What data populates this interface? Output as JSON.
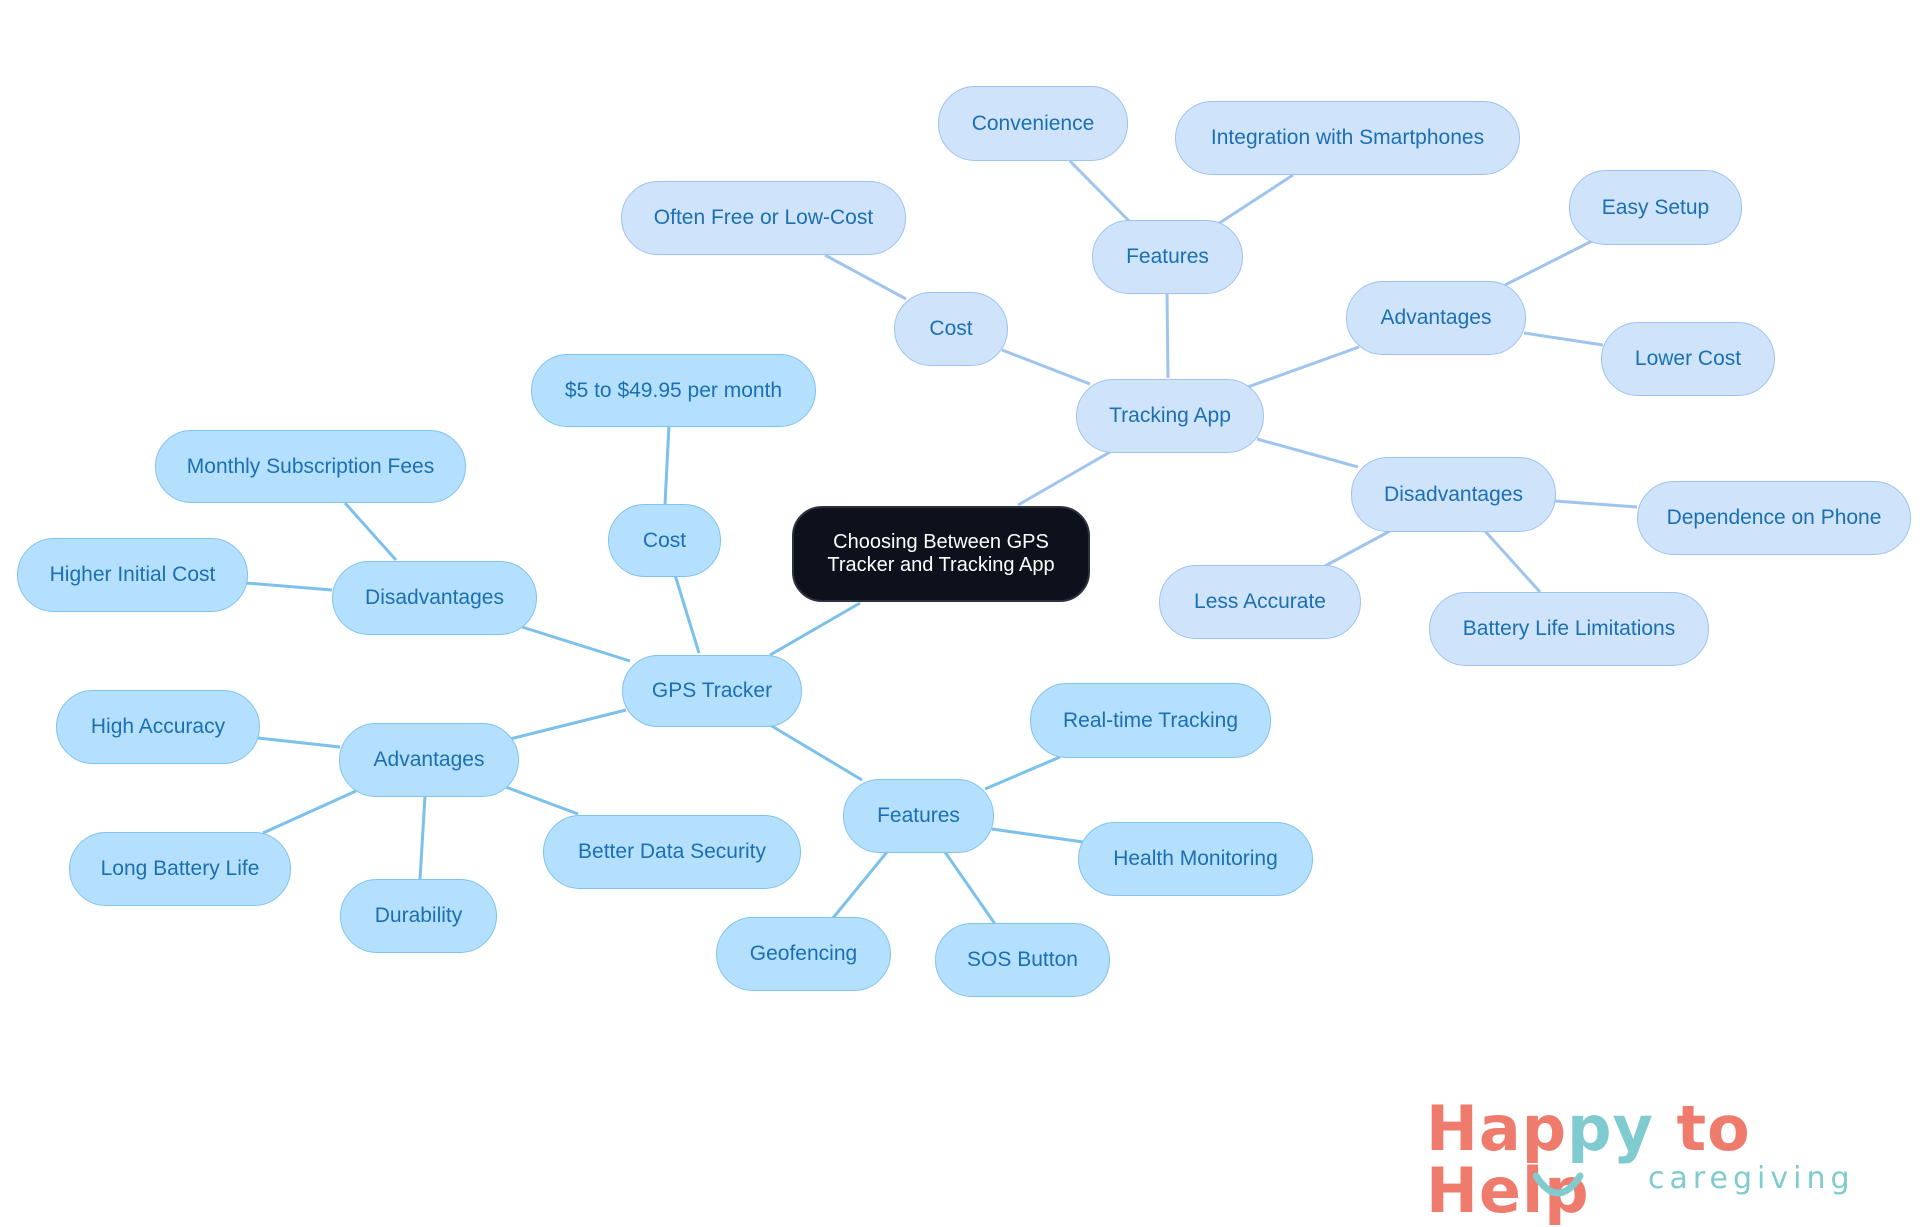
{
  "colors": {
    "gps_fill": "#b5e0fd",
    "gps_border": "#7fc3ef",
    "app_fill": "#cfe3fb",
    "app_border": "#9dc3f0",
    "text": "#1b6fb3",
    "center_fill": "#0c111b",
    "logo_coral": "#ef7b6d",
    "logo_teal": "#7fcbcf"
  },
  "center": {
    "label": "Choosing Between GPS Tracker and Tracking App"
  },
  "gps_branch": {
    "root": "GPS Tracker",
    "cost": {
      "label": "Cost",
      "value": "$5 to $49.95 per month"
    },
    "disadvantages": {
      "label": "Disadvantages",
      "items": [
        "Monthly Subscription Fees",
        "Higher Initial Cost"
      ]
    },
    "advantages": {
      "label": "Advantages",
      "items": [
        "High Accuracy",
        "Long Battery Life",
        "Durability",
        "Better Data Security"
      ]
    },
    "features": {
      "label": "Features",
      "items": [
        "Real-time Tracking",
        "Health Monitoring",
        "SOS Button",
        "Geofencing"
      ]
    }
  },
  "app_branch": {
    "root": "Tracking App",
    "cost": {
      "label": "Cost",
      "value": "Often Free or Low-Cost"
    },
    "features": {
      "label": "Features",
      "items": [
        "Convenience",
        "Integration with Smartphones"
      ]
    },
    "advantages": {
      "label": "Advantages",
      "items": [
        "Easy Setup",
        "Lower Cost"
      ]
    },
    "disadvantages": {
      "label": "Disadvantages",
      "items": [
        "Dependence on Phone",
        "Battery Life Limitations",
        "Less Accurate"
      ]
    }
  },
  "logo": {
    "line1_part1": "Hap",
    "line1_part2": "py",
    "line1_part3": " to Help",
    "line2": "caregiving"
  }
}
